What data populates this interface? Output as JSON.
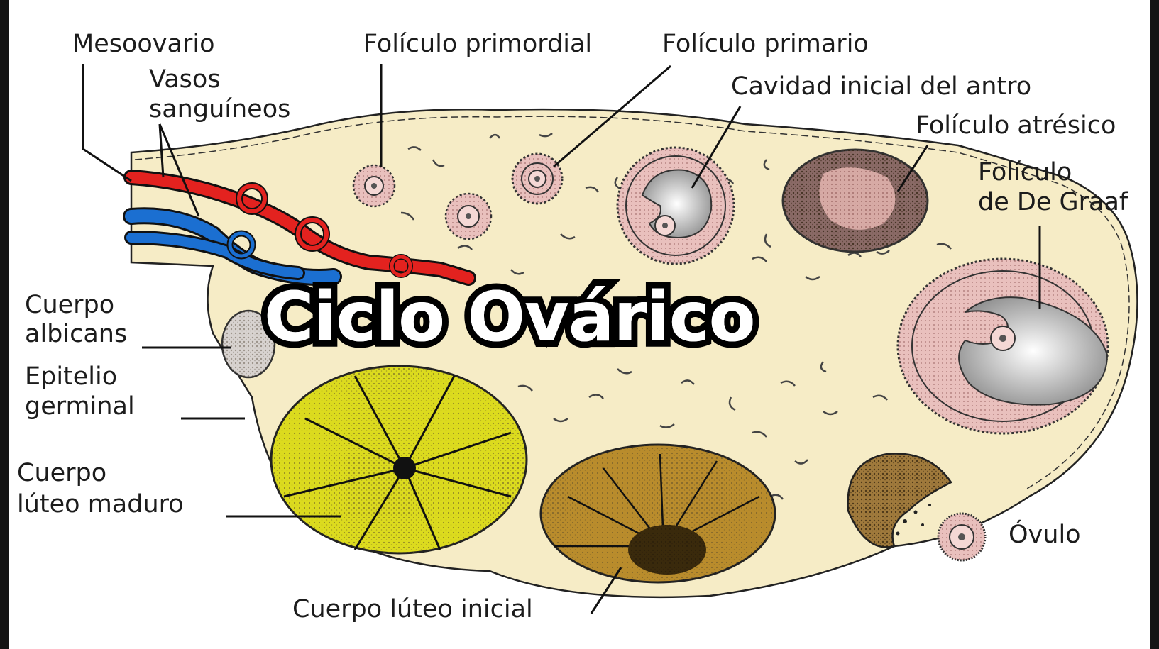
{
  "title": "Ciclo Ovárico",
  "labels": {
    "mesoovario": "Mesoovario",
    "vasos_1": "Vasos",
    "vasos_2": "sanguíneos",
    "foliculo_primordial": "Folículo primordial",
    "foliculo_primario": "Folículo primario",
    "cavidad_antro": "Cavidad inicial del antro",
    "foliculo_atresico": "Folículo atrésico",
    "graaf_1": "Folículo",
    "graaf_2": "de De Graaf",
    "albicans_1": "Cuerpo",
    "albicans_2": "albicans",
    "epitelio_1": "Epitelio",
    "epitelio_2": "germinal",
    "luteo_maduro_1": "Cuerpo",
    "luteo_maduro_2": "lúteo maduro",
    "ovulo": "Óvulo",
    "luteo_inicial": "Cuerpo lúteo inicial"
  },
  "colors": {
    "stroma": "#f6ecc6",
    "artery": "#e3221f",
    "vein": "#1b6fd1",
    "follicle_pink": "#e9c0bd",
    "antrum": "#c9c9c9",
    "luteum_mature": "#dcdb1e",
    "luteum_early": "#b98c2c",
    "atretic": "#b08c88"
  }
}
